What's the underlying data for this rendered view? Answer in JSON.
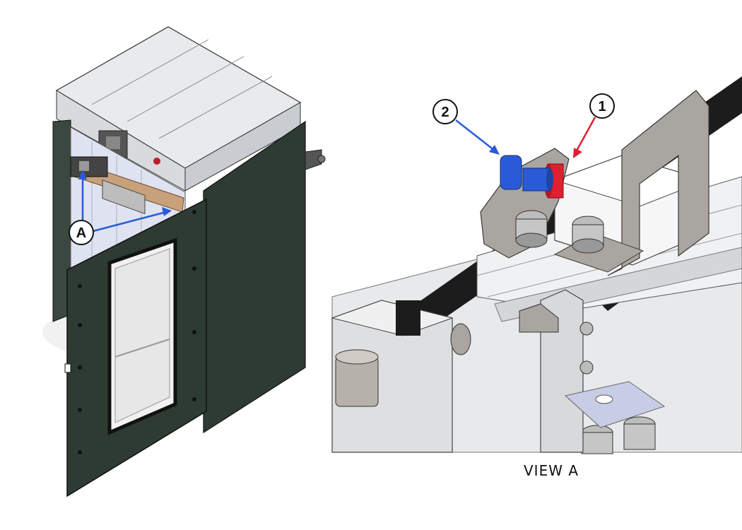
{
  "overview": {
    "callout_a": "A"
  },
  "detail": {
    "callout_1": "1",
    "callout_2": "2",
    "view_label": "VIEW A"
  },
  "colors": {
    "callout_1": "#e02030",
    "callout_2": "#2a5bd7",
    "callout_a": "#2a5bd7",
    "enclosure": "#2d3b33",
    "metal": "#d7d9dc",
    "bracket": "#a9a5a0",
    "belt": "#1c1c1c"
  }
}
